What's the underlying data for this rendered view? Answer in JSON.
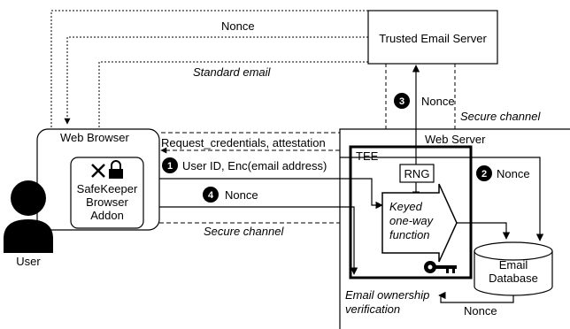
{
  "nodes": {
    "trusted_email_server": "Trusted Email Server",
    "web_browser": "Web Browser",
    "web_server": "Web Server",
    "tee": "TEE",
    "rng": "RNG",
    "addon": [
      "SafeKeeper",
      "Browser",
      "Addon"
    ],
    "keyed_function": [
      "Keyed",
      "one-way",
      "function"
    ],
    "email_database": [
      "Email",
      "Database"
    ],
    "user": "User"
  },
  "labels": {
    "nonce_top": "Nonce",
    "standard_email": "Standard email",
    "nonce_3": "Nonce",
    "secure_channel_right": "Secure channel",
    "request_credentials": "Request_credentials, attestation",
    "user_id_enc": "User ID, Enc(email address)",
    "nonce_4": "Nonce",
    "nonce_2": "Nonce",
    "secure_channel_bottom": "Secure channel",
    "email_ownership": [
      "Email ownership",
      "verification"
    ],
    "nonce_db": "Nonce"
  },
  "steps": [
    "1",
    "2",
    "3",
    "4"
  ]
}
